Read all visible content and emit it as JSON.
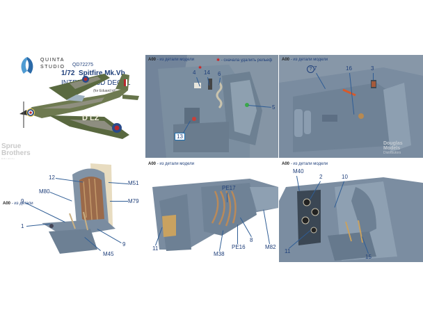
{
  "brand": {
    "line1": "QUINTA",
    "line2": "STUDIO"
  },
  "product": {
    "code": "QD72275",
    "scale": "1/72",
    "name": "Spitfire Mk.Vb",
    "type": "INTERIOR 3D DECAL",
    "kit_note": "(for Eduard kit)",
    "aircraft_letters": "D LZ"
  },
  "watermarks": {
    "left": [
      "Sprue",
      "Brothers",
      "Models"
    ],
    "right": [
      "Douglas",
      "Models",
      "Distributors"
    ]
  },
  "panels": [
    {
      "code": "A00",
      "header_text": "- из детали модели",
      "header_red": "- сначала удалить рельеф",
      "callouts": [
        "4",
        "14",
        "6",
        "5",
        "13"
      ]
    },
    {
      "code": "A00",
      "header_text": "- из детали модели",
      "callouts": [
        "7",
        "16",
        "3"
      ]
    },
    {
      "code": "A00",
      "header_text": "- из детали",
      "callouts": [
        "12",
        "M51",
        "M80",
        "M79",
        "9",
        "1",
        "9",
        "M45"
      ]
    },
    {
      "code": "A00",
      "header_text": "- из детали модели",
      "callouts": [
        "PE17",
        "11",
        "8",
        "M38",
        "PE16",
        "M82"
      ]
    },
    {
      "code": "A00",
      "header_text": "- из детали модели",
      "callouts": [
        "M40",
        "2",
        "10",
        "11",
        "15"
      ]
    }
  ],
  "colors": {
    "interior_grey": "#7d8fa0",
    "accent_blue": "#1f3f7a",
    "camo_green": "#56663e",
    "camo_grey": "#8c8c80",
    "roundel_red": "#b7282e",
    "roundel_blue": "#2a4a8a"
  }
}
